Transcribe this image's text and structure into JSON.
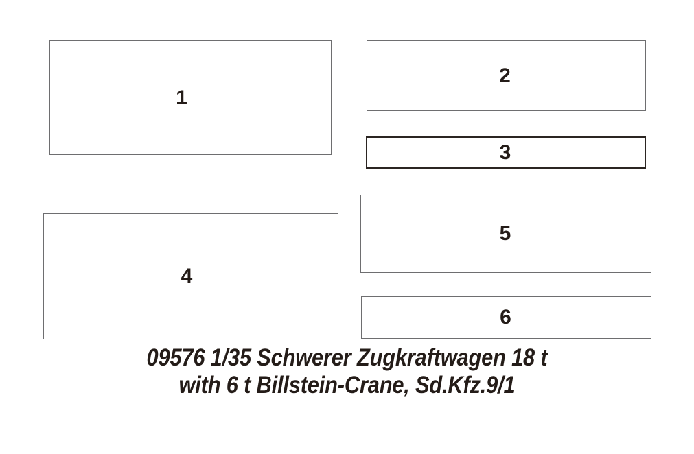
{
  "sheet": {
    "background_color": "#ffffff",
    "ink_color": "#241c18",
    "thin_border_color": "#6e6e70",
    "thick_border_color": "#2b2522"
  },
  "parts": [
    {
      "id": "1",
      "label": "1",
      "border": "thin"
    },
    {
      "id": "2",
      "label": "2",
      "border": "thin"
    },
    {
      "id": "3",
      "label": "3",
      "border": "thick"
    },
    {
      "id": "4",
      "label": "4",
      "border": "thin"
    },
    {
      "id": "5",
      "label": "5",
      "border": "thin"
    },
    {
      "id": "6",
      "label": "6",
      "border": "thin"
    }
  ],
  "caption": {
    "line1": "09576 1/35 Schwerer Zugkraftwagen 18 t",
    "line2": "with 6 t Billstein-Crane, Sd.Kfz.9/1",
    "kit_number": "09576",
    "scale": "1/35",
    "subject": "Schwerer Zugkraftwagen 18 t with 6 t Billstein-Crane, Sd.Kfz.9/1"
  }
}
